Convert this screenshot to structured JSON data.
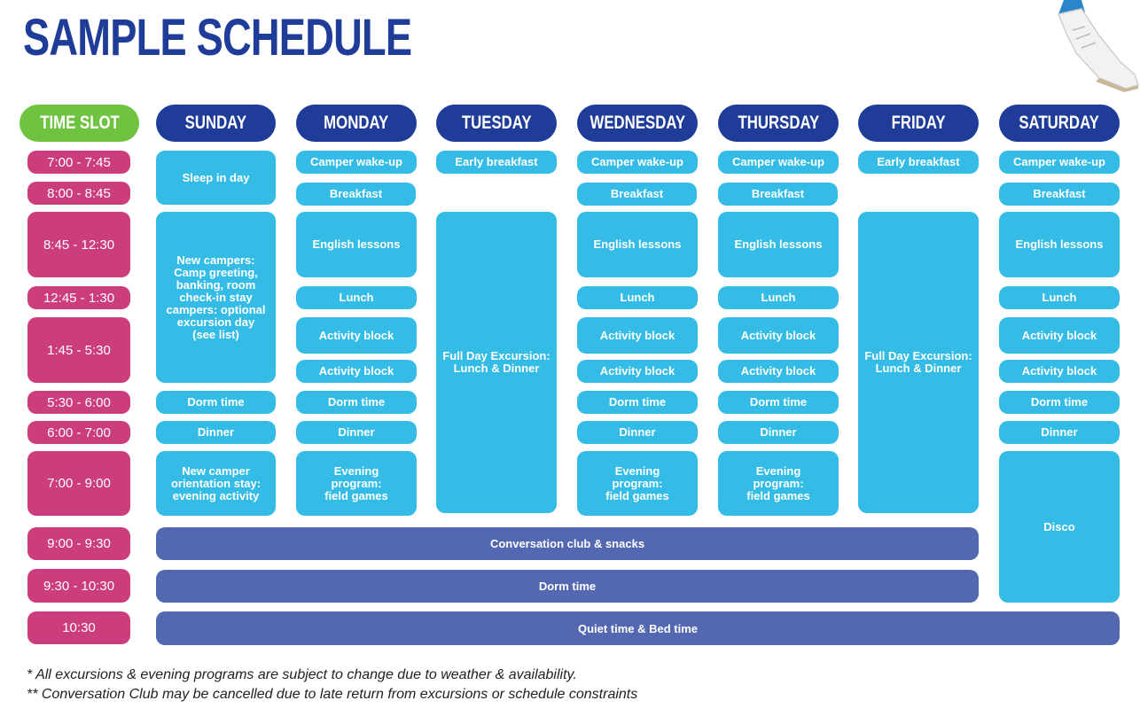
{
  "title": "SAMPLE SCHEDULE",
  "headers": {
    "slot": "TIME SLOT",
    "days": [
      "SUNDAY",
      "MONDAY",
      "TUESDAY",
      "WEDNESDAY",
      "THURSDAY",
      "FRIDAY",
      "SATURDAY"
    ]
  },
  "times": [
    "7:00 - 7:45",
    "8:00 - 8:45",
    "8:45 - 12:30",
    "12:45 - 1:30",
    "1:45 - 5:30",
    "5:30 - 6:00",
    "6:00 - 7:00",
    "7:00 - 9:00",
    "9:00 - 9:30",
    "9:30 - 10:30",
    "10:30"
  ],
  "sunday": {
    "sleep": "Sleep in day",
    "new_campers": "New campers: Camp greeting, banking, room check-in stay campers: optional excursion day (see list)",
    "dorm": "Dorm time",
    "dinner": "Dinner",
    "evening": "New camper orientation stay: evening activity"
  },
  "monday": {
    "wake": "Camper wake-up",
    "breakfast": "Breakfast",
    "english": "English lessons",
    "lunch": "Lunch",
    "activity1": "Activity block",
    "activity2": "Activity block",
    "dorm": "Dorm time",
    "dinner": "Dinner",
    "evening": "Evening program: field games"
  },
  "tuesday": {
    "breakfast": "Early breakfast",
    "excursion": "Full Day Excursion: Lunch & Dinner"
  },
  "wednesday": {
    "wake": "Camper wake-up",
    "breakfast": "Breakfast",
    "english": "English lessons",
    "lunch": "Lunch",
    "activity1": "Activity block",
    "activity2": "Activity block",
    "dorm": "Dorm time",
    "dinner": "Dinner",
    "evening": "Evening program: field games"
  },
  "thursday": {
    "wake": "Camper wake-up",
    "breakfast": "Breakfast",
    "english": "English lessons",
    "lunch": "Lunch",
    "activity1": "Activity block",
    "activity2": "Activity block",
    "dorm": "Dorm time",
    "dinner": "Dinner",
    "evening": "Evening program: field games"
  },
  "friday": {
    "breakfast": "Early breakfast",
    "excursion": "Full Day Excursion: Lunch & Dinner"
  },
  "saturday": {
    "wake": "Camper wake-up",
    "breakfast": "Breakfast",
    "english": "English lessons",
    "lunch": "Lunch",
    "activity1": "Activity block",
    "activity2": "Activity block",
    "dorm": "Dorm time",
    "dinner": "Dinner",
    "disco": "Disco"
  },
  "bands": {
    "conversation": "Conversation club & snacks",
    "dorm": "Dorm time",
    "quiet": "Quiet time & Bed time"
  },
  "notes": [
    "* All excursions & evening programs are subject to change due to weather & availability.",
    "** Conversation Club may be cancelled due to late return from excursions or schedule constraints"
  ]
}
